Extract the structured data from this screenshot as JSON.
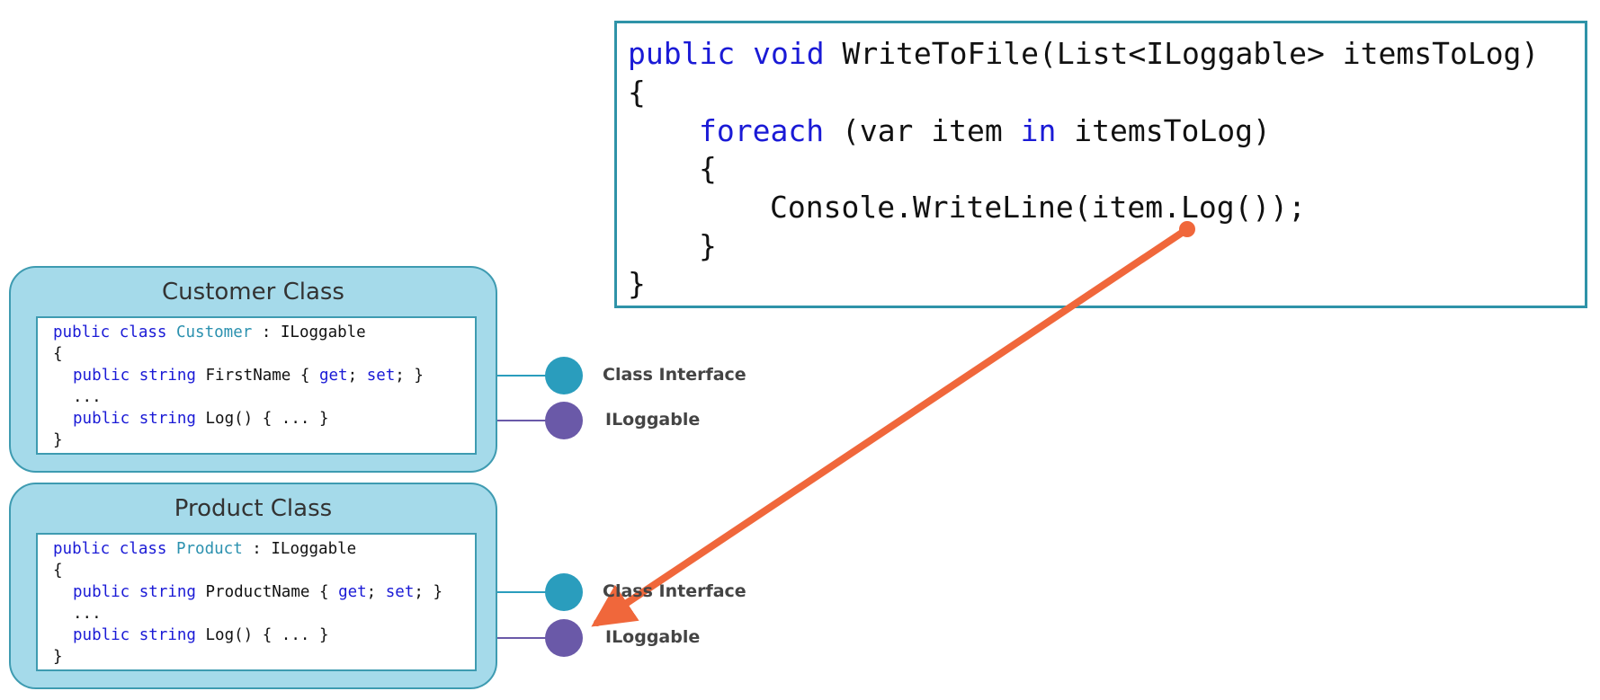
{
  "write_to_file": {
    "l1": {
      "kw1": "public",
      "kw2": "void",
      "rest": "WriteToFile(List<ILoggable> itemsToLog)"
    },
    "l2": "{",
    "l3": {
      "kw1": "foreach",
      "mid": "(var item",
      "kw2": "in",
      "rest": "itemsToLog)"
    },
    "l4": "{",
    "l5": "Console.WriteLine(item.Log());",
    "l6": "}",
    "l7": "}"
  },
  "classes": [
    {
      "title": "Customer Class",
      "decl": {
        "kw": "public class",
        "name": "Customer",
        "rest": ": ILoggable"
      },
      "open": "{",
      "prop": {
        "kw": "public string",
        "name": "FirstName",
        "open_brace": "{",
        "get": "get",
        "semi1": ";",
        "set": "set",
        "close": "; }"
      },
      "dots": "...",
      "log": {
        "kw": "public string",
        "rest": "Log() { ... }"
      },
      "close": "}",
      "connectors": {
        "class_interface": "Class Interface",
        "iloggable": "ILoggable"
      }
    },
    {
      "title": "Product Class",
      "decl": {
        "kw": "public class",
        "name": "Product",
        "rest": ": ILoggable"
      },
      "open": "{",
      "prop": {
        "kw": "public string",
        "name": "ProductName",
        "open_brace": "{",
        "get": "get",
        "semi1": ";",
        "set": "set",
        "close": "; }"
      },
      "dots": "...",
      "log": {
        "kw": "public string",
        "rest": "Log() { ... }"
      },
      "close": "}",
      "connectors": {
        "class_interface": "Class Interface",
        "iloggable": "ILoggable"
      }
    }
  ],
  "colors": {
    "class_interface_dot": "#2a9dbd",
    "iloggable_dot": "#6a59a8",
    "arrow": "#f0673b",
    "box_fill": "#a5daea",
    "box_border": "#3e9bb1"
  }
}
